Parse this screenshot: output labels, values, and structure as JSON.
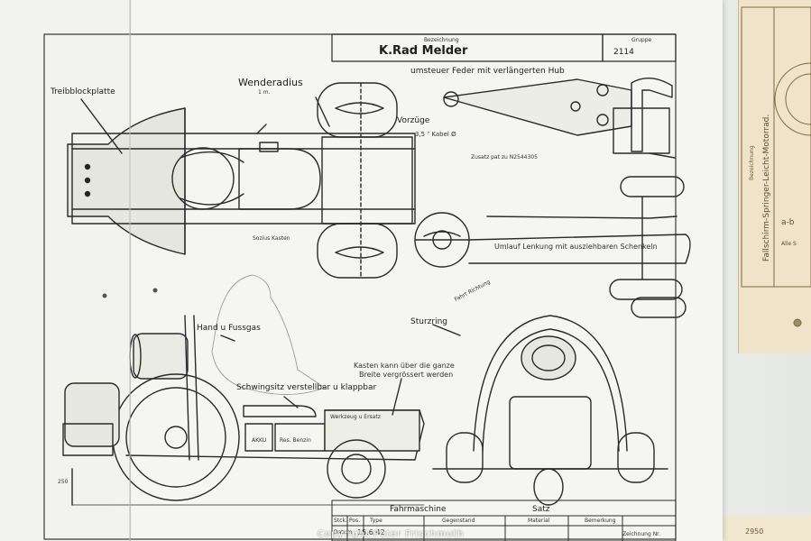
{
  "drawing": {
    "title_field_label": "Bezeichnung",
    "title": "K.Rad Melder",
    "group_label": "Gruppe",
    "group_value": "2114",
    "labels": {
      "treibblockplatte": "Treibblockplatte",
      "wenderadius": "Wenderadius",
      "wenderadius_unit": "1 m.",
      "umsteuer_feder": "umsteuer Feder mit verlängerten Hub",
      "vorzuege": "Vorzüge",
      "kabel": "3,5 ⁷ Kabel Ø",
      "zusatz": "Zusatz pat zu N2544305",
      "sozius_kasten": "Sozius Kasten",
      "umlauf_lenkung": "Umlauf Lenkung mit ausziehbaren Schenkeln",
      "fahrt_richtung": "Fahrt Richtung",
      "sturzring": "Sturzring",
      "hand_fussgas": "Hand u Fussgas",
      "kasten_note_1": "Kasten kann über die ganze",
      "kasten_note_2": "Breite vergrössert werden",
      "schwingsitz": "Schwingsitz verstellbar u klappbar",
      "werkzeug": "Werkzeug u Ersatz",
      "akku": "AKKU",
      "res_benzin": "Res. Benzin",
      "dimension": "250"
    },
    "table": {
      "name": "Fahrmaschine",
      "value": "Satz",
      "headers": [
        "Stck.",
        "Pos.",
        "Type",
        "Gegenstand",
        "Material",
        "Bemerkung"
      ],
      "datum_label": "Datum",
      "datum_value": "15.6.42",
      "zeichnung_label": "Zeichnung Nr."
    }
  },
  "side_document": {
    "label": "Bezeichnung",
    "vertical_text": "Fallschirm-Springer-Leicht-Motorrad.",
    "text_1": "a-b",
    "text_2": "Alle S",
    "number": "2950"
  },
  "watermark": "Copyright Peter Frischmuth"
}
